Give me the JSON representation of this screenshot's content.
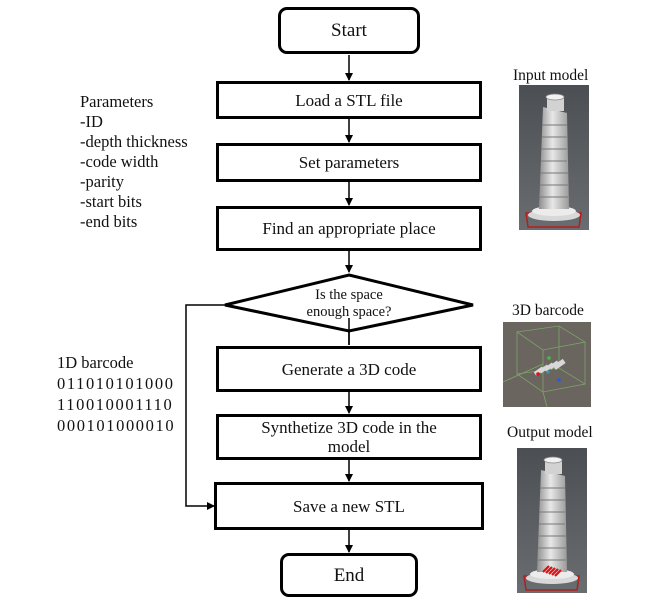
{
  "flowchart": {
    "start": "Start",
    "steps": [
      "Load a STL file",
      "Set parameters",
      "Find an appropriate place"
    ],
    "decision": {
      "line1": "Is the space",
      "line2": "enough space?"
    },
    "generate": "Generate a 3D code",
    "synthesize": {
      "line1": "Synthetize 3D code in the",
      "line2": "model"
    },
    "save": "Save a new STL",
    "end": "End"
  },
  "parameters_note": {
    "title": "Parameters",
    "items": [
      "-ID",
      "-depth thickness",
      "-code width",
      "-parity",
      "-start bits",
      "-end bits"
    ]
  },
  "barcode_note": {
    "title": "1D barcode",
    "rows": [
      "011010101000",
      "110010001110",
      "000101000010"
    ]
  },
  "images": {
    "input_caption": "Input model",
    "barcode_caption": "3D barcode",
    "output_caption": "Output model"
  },
  "colors": {
    "line": "#000000",
    "viewport_bg": "#55585b",
    "barcode_bg": "#6b6560",
    "wireframe": "#7fae6a",
    "highlight_red": "#e01010"
  }
}
